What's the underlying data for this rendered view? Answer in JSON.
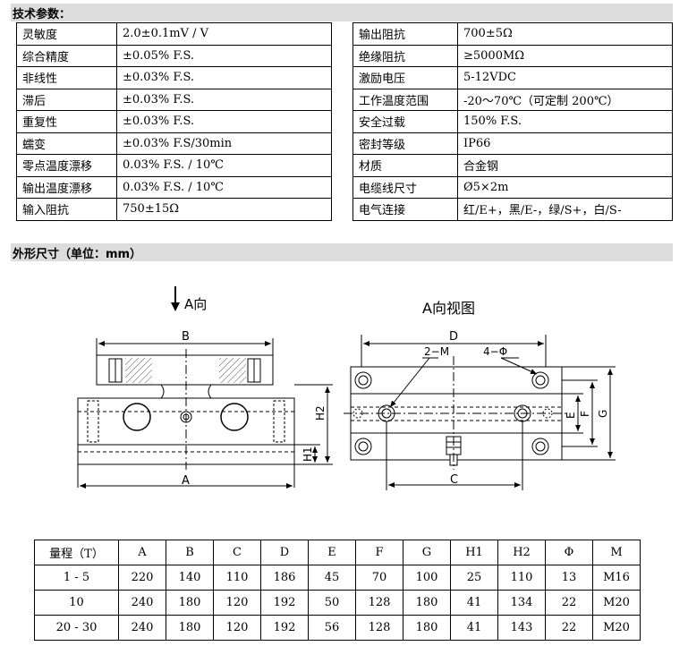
{
  "sections": {
    "specs_title": "技术参数：",
    "dims_title": "外形尺寸（单位：mm）"
  },
  "specs": {
    "left": [
      {
        "label": "灵敏度",
        "value": "2.0±0.1mV / V"
      },
      {
        "label": "综合精度",
        "value": "±0.05% F.S."
      },
      {
        "label": "非线性",
        "value": "±0.03% F.S."
      },
      {
        "label": "滞后",
        "value": "±0.03% F.S."
      },
      {
        "label": "重复性",
        "value": "±0.03% F.S."
      },
      {
        "label": "蠕变",
        "value": "±0.03% F.S/30min"
      },
      {
        "label": "零点温度漂移",
        "value": "0.03% F.S. / 10℃"
      },
      {
        "label": "输出温度漂移",
        "value": "0.03% F.S. / 10℃"
      },
      {
        "label": "输入阻抗",
        "value": "750±15Ω"
      }
    ],
    "right": [
      {
        "label": "输出阻抗",
        "value": "700±5Ω"
      },
      {
        "label": "绝缘阻抗",
        "value": "≥5000MΩ"
      },
      {
        "label": "激励电压",
        "value": "5-12VDC"
      },
      {
        "label": "工作温度范围",
        "value": "-20～70℃（可定制 200℃）"
      },
      {
        "label": "安全过载",
        "value": "150% F.S."
      },
      {
        "label": "密封等级",
        "value": "IP66"
      },
      {
        "label": "材质",
        "value": "合金钢"
      },
      {
        "label": "电缆线尺寸",
        "value": "Ø5×2m"
      },
      {
        "label": "电气连接",
        "value": "红/E+，黑/E-，绿/S+，白/S-"
      }
    ]
  },
  "drawing": {
    "view_arrow_label": "A向",
    "view_title": "A向视图",
    "labels": {
      "A": "A",
      "B": "B",
      "C": "C",
      "D": "D",
      "E": "E",
      "F": "F",
      "G": "G",
      "H1": "H1",
      "H2": "H2",
      "M": "2−M",
      "phi": "4−Φ"
    }
  },
  "dimension_table": {
    "headers": [
      "量程（T）",
      "A",
      "B",
      "C",
      "D",
      "E",
      "F",
      "G",
      "H1",
      "H2",
      "Φ",
      "M"
    ],
    "rows": [
      [
        "1 - 5",
        "220",
        "140",
        "110",
        "186",
        "45",
        "70",
        "100",
        "25",
        "110",
        "13",
        "M16"
      ],
      [
        "10",
        "240",
        "180",
        "120",
        "192",
        "50",
        "128",
        "180",
        "41",
        "134",
        "22",
        "M20"
      ],
      [
        "20 - 30",
        "240",
        "180",
        "120",
        "192",
        "56",
        "128",
        "180",
        "41",
        "143",
        "22",
        "M20"
      ]
    ]
  }
}
